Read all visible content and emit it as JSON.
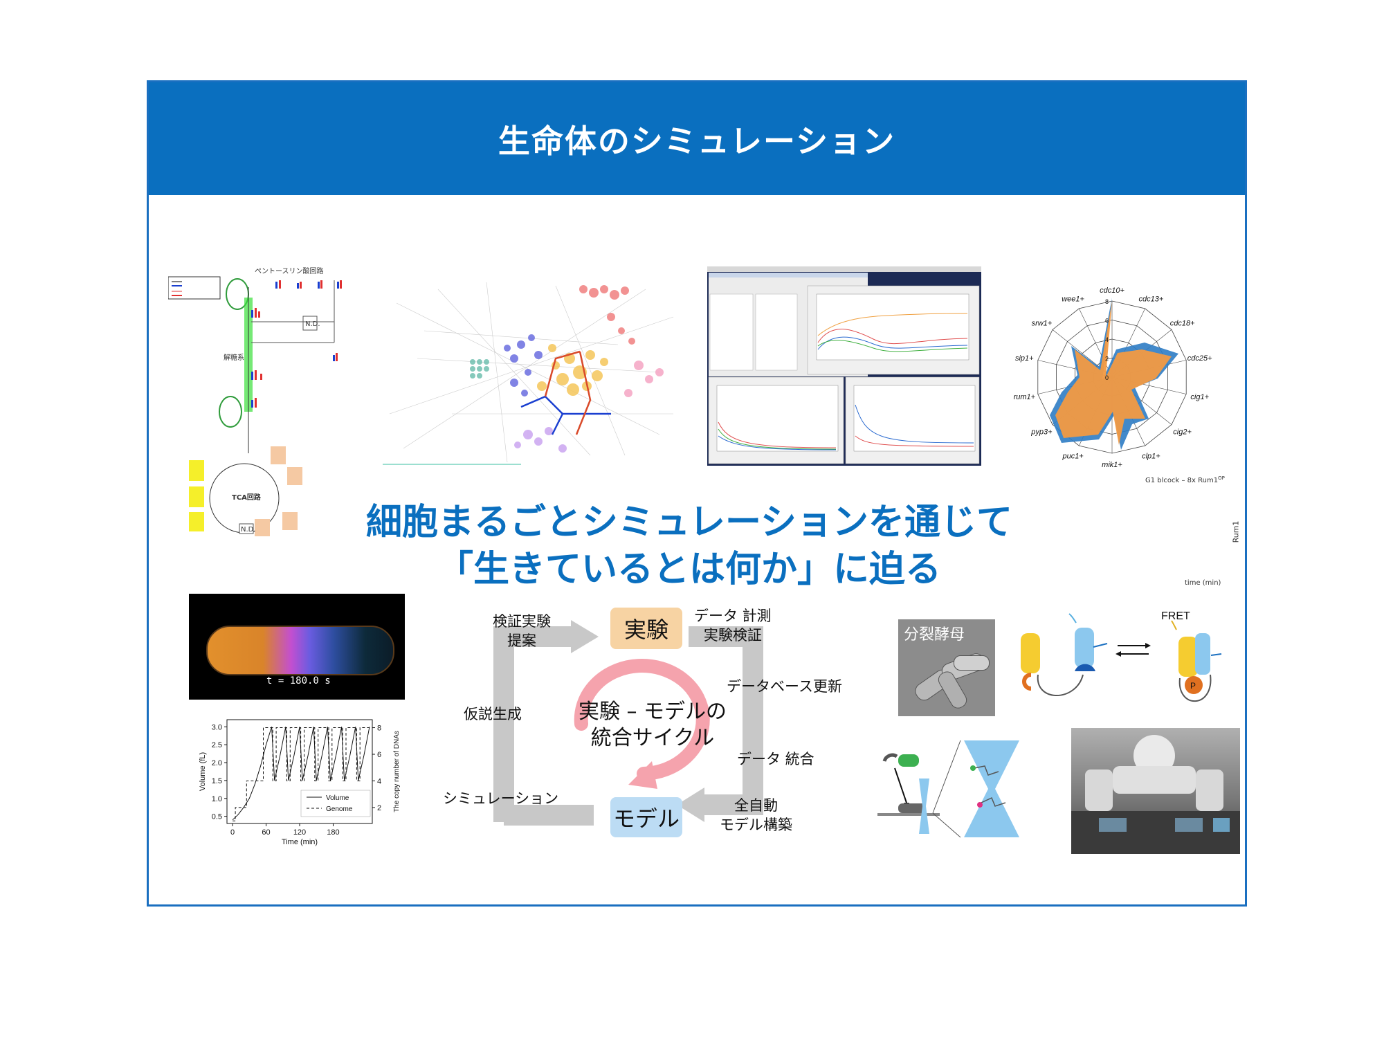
{
  "header": {
    "title": "生命体のシミュレーション"
  },
  "headline": {
    "line1": "細胞まるごとシミュレーションを通じて",
    "line2": "「生きているとは何か」に迫る"
  },
  "pathway_map": {
    "top_label": "ペントースリン酸回路",
    "glycolysis_label": "解糖系",
    "tca_label": "TCA回路",
    "nd1": "N.D.",
    "nd2": "N.D."
  },
  "radar": {
    "genes": [
      "cdc10+",
      "cdc13+",
      "cdc18+",
      "cdc25+",
      "cig1+",
      "cig2+",
      "clp1+",
      "mik1+",
      "puc1+",
      "pyp3+",
      "rum1+",
      "sip1+",
      "srw1+",
      "wee1+"
    ],
    "ticks": [
      "8",
      "6",
      "4",
      "2",
      "0"
    ],
    "caption": "G1 blcock – 8x Rum1",
    "caption_sup": "OP",
    "side_label": "Rum1",
    "time_label": "time (min)"
  },
  "microscopy": {
    "time_label": "t = 180.0 s"
  },
  "cycle": {
    "experiment": "実験",
    "model": "モデル",
    "center_line1": "実験 – モデルの",
    "center_line2": "統合サイクル",
    "propose_line1": "検証実験",
    "propose_line2": "提案",
    "measure_line1": "データ 計測",
    "measure_line2": "実験検証",
    "db_update": "データベース更新",
    "hypothesis": "仮説生成",
    "integration": "データ 統合",
    "simulation": "シミュレーション",
    "auto_line1": "全自動",
    "auto_line2": "モデル構築"
  },
  "yeast": {
    "label": "分裂酵母"
  },
  "fret": {
    "label": "FRET"
  },
  "chart_data": {
    "type": "line",
    "xlabel": "Time (min)",
    "ylabel": "Volume (fL)",
    "y2label": "The copy number of DNAs",
    "x_ticks": [
      0,
      60,
      120,
      180
    ],
    "y_ticks": [
      0.5,
      1.0,
      1.5,
      2.0,
      2.5,
      3.0
    ],
    "y_tick_labels": [
      "0.5",
      "1.0",
      "1.5",
      "2.0",
      "2.5",
      "3.0"
    ],
    "y2_ticks": [
      2,
      4,
      6,
      8
    ],
    "xlim": [
      -10,
      250
    ],
    "ylim": [
      0.3,
      3.2
    ],
    "y2lim": [
      0.8,
      8.6
    ],
    "series": [
      {
        "name": "Volume",
        "style": "solid",
        "x": [
          0,
          10,
          20,
          30,
          40,
          50,
          60,
          70,
          75,
          85,
          95,
          100,
          110,
          120,
          125,
          135,
          145,
          150,
          160,
          170,
          175,
          185,
          195,
          200,
          210,
          220,
          225,
          235,
          245
        ],
        "y": [
          0.4,
          0.55,
          0.75,
          1.0,
          1.4,
          1.9,
          2.5,
          3.0,
          1.5,
          2.2,
          3.0,
          1.5,
          2.2,
          3.0,
          1.5,
          2.2,
          3.0,
          1.5,
          2.2,
          3.0,
          1.5,
          2.2,
          3.0,
          1.5,
          2.2,
          3.0,
          1.5,
          2.2,
          3.0
        ]
      },
      {
        "name": "Genome",
        "style": "dashed",
        "x": [
          0,
          5,
          5,
          25,
          25,
          55,
          55,
          72,
          72,
          78,
          78,
          97,
          97,
          103,
          103,
          122,
          122,
          128,
          128,
          147,
          147,
          153,
          153,
          172,
          172,
          178,
          178,
          197,
          197,
          203,
          203,
          222,
          222,
          228,
          228,
          245
        ],
        "y": [
          1,
          1,
          2,
          2,
          4,
          4,
          8,
          8,
          4,
          4,
          8,
          8,
          4,
          4,
          8,
          8,
          4,
          4,
          8,
          8,
          4,
          4,
          8,
          8,
          4,
          4,
          8,
          8,
          4,
          4,
          8,
          8,
          4,
          4,
          8,
          8
        ]
      }
    ],
    "legend": [
      "Volume",
      "Genome"
    ],
    "legend_position": "bottom-right"
  },
  "colors": {
    "header_bg": "#0a6fbf",
    "headline": "#0a6fbf",
    "experiment_box": "#f7d3a3",
    "model_box": "#bcdcf4",
    "arrow_gray": "#c8c8c8",
    "cycle_pink": "#f5a3ad"
  }
}
